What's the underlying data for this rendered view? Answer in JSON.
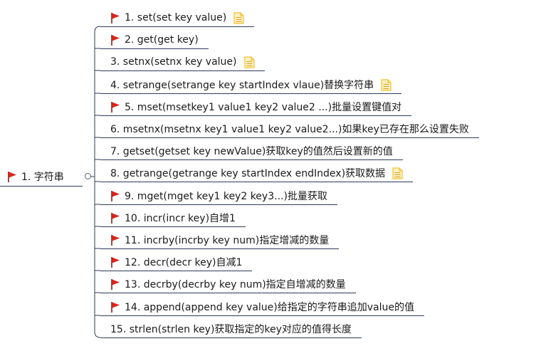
{
  "colors": {
    "line": "#2f3a5a",
    "flag": "#e0251b",
    "note": "#f2c12e"
  },
  "root": {
    "label": "1. 字符串",
    "flag": true,
    "icon": "red-flag-icon"
  },
  "children": [
    {
      "label": "1. set(set key value)",
      "flag": true,
      "note": true
    },
    {
      "label": "2. get(get key)",
      "flag": true,
      "note": false
    },
    {
      "label": "3. setnx(setnx key value)",
      "flag": false,
      "note": true
    },
    {
      "label": "4. setrange(setrange key startIndex vlaue)替换字符串",
      "flag": false,
      "note": true
    },
    {
      "label": "5. mset(msetkey1 value1 key2 value2 ...)批量设置键值对",
      "flag": true,
      "note": false
    },
    {
      "label": "6. msetnx(msetnx key1 value1 key2 value2...)如果key已存在那么设置失败",
      "flag": false,
      "note": false
    },
    {
      "label": "7. getset(getset key newValue)获取key的值然后设置新的值",
      "flag": false,
      "note": false
    },
    {
      "label": "8. getrange(getrange key startIndex endIndex)获取数据",
      "flag": false,
      "note": true
    },
    {
      "label": "9. mget(mget key1 key2 key3...)批量获取",
      "flag": true,
      "note": false
    },
    {
      "label": "10. incr(incr key)自增1",
      "flag": true,
      "note": false
    },
    {
      "label": "11. incrby(incrby key num)指定增减的数量",
      "flag": true,
      "note": false
    },
    {
      "label": "12. decr(decr key)自减1",
      "flag": true,
      "note": false
    },
    {
      "label": "13. decrby(decrby key num)指定自增减的数量",
      "flag": true,
      "note": false
    },
    {
      "label": "14. append(append key value)给指定的字符串追加value的值",
      "flag": true,
      "note": false
    },
    {
      "label": "15. strlen(strlen key)获取指定的key对应的值得长度",
      "flag": false,
      "note": false
    }
  ]
}
